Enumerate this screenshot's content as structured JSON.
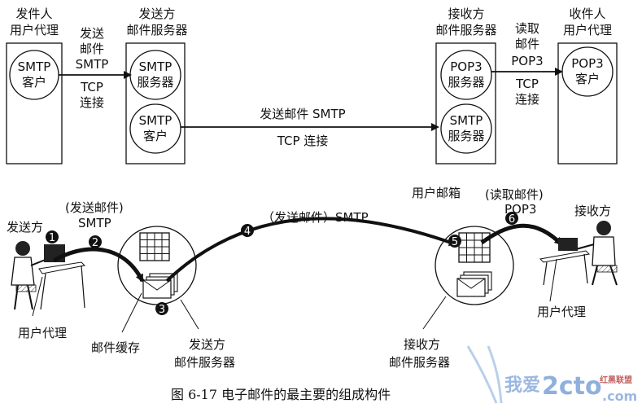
{
  "top": {
    "sender_agent_title_1": "发件人",
    "sender_agent_title_2": "用户代理",
    "sender_agent_client_1": "SMTP",
    "sender_agent_client_2": "客户",
    "send_arrow_1": "发送",
    "send_arrow_2": "邮件",
    "send_arrow_3": "SMTP",
    "send_arrow_4": "TCP",
    "send_arrow_5": "连接",
    "sender_server_title_1": "发送方",
    "sender_server_title_2": "邮件服务器",
    "sender_server_smtp_server_1": "SMTP",
    "sender_server_smtp_server_2": "服务器",
    "sender_server_smtp_client_1": "SMTP",
    "sender_server_smtp_client_2": "客户",
    "middle_arrow_top": "发送邮件 SMTP",
    "middle_arrow_bottom": "TCP 连接",
    "receiver_server_title_1": "接收方",
    "receiver_server_title_2": "邮件服务器",
    "receiver_server_pop3_1": "POP3",
    "receiver_server_pop3_2": "服务器",
    "receiver_server_smtp_1": "SMTP",
    "receiver_server_smtp_2": "服务器",
    "read_arrow_1": "读取",
    "read_arrow_2": "邮件",
    "read_arrow_3": "POP3",
    "read_arrow_4": "TCP",
    "read_arrow_5": "连接",
    "receiver_agent_title_1": "收件人",
    "receiver_agent_title_2": "用户代理",
    "receiver_agent_client_1": "POP3",
    "receiver_agent_client_2": "客户"
  },
  "bottom": {
    "sender_label": "发送方",
    "step2_label_1": "(发送邮件)",
    "step2_label_2": "SMTP",
    "step4_label": "（发送邮件）SMTP",
    "user_agent_left": "用户代理",
    "mail_cache": "邮件缓存",
    "sender_server_1": "发送方",
    "sender_server_2": "邮件服务器",
    "mailbox": "用户邮箱",
    "step6_label_1": "(读取邮件)",
    "step6_label_2": "POP3",
    "receiver_label": "接收方",
    "user_agent_right": "用户代理",
    "receiver_server_1": "接收方",
    "receiver_server_2": "邮件服务器",
    "steps": [
      "1",
      "2",
      "3",
      "4",
      "5",
      "6"
    ]
  },
  "caption": "图 6-17    电子邮件的最主要的组成构件",
  "watermark": {
    "left": "我爱",
    "brand": "2cto",
    "suffix": ".com",
    "tag": "红黑联盟"
  }
}
